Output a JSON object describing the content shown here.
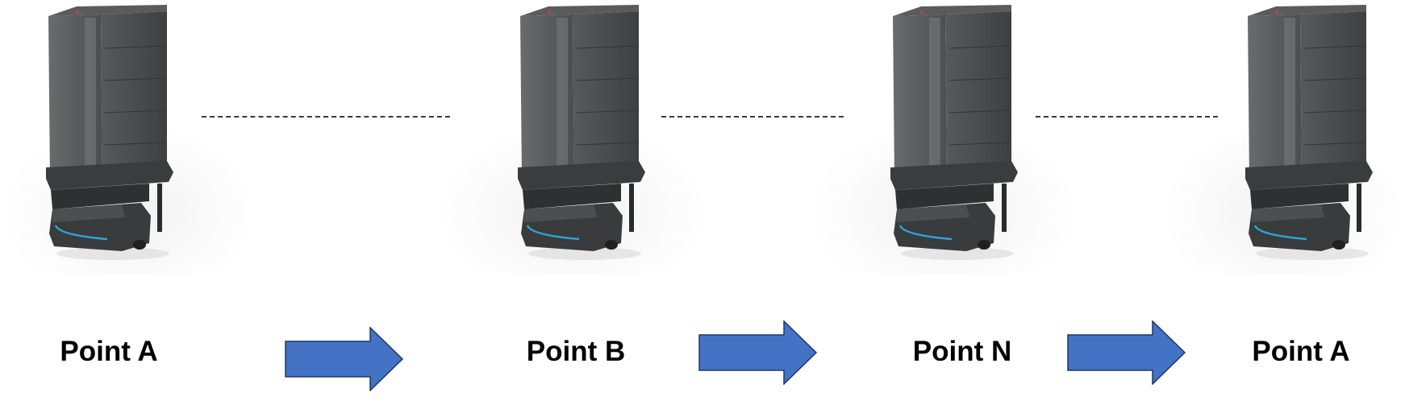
{
  "diagram": {
    "robot_icon": "delivery-robot-icon",
    "arrow_icon": "right-arrow-icon",
    "points": [
      {
        "label": "Point A"
      },
      {
        "label": "Point B"
      },
      {
        "label": "Point N"
      },
      {
        "label": "Point A"
      }
    ]
  },
  "colors": {
    "arrow_fill": "#4472C4",
    "arrow_stroke": "#1f3864",
    "robot_body": "#4a4b4d",
    "robot_base": "#3a3b3d",
    "led_strip": "#29a8d8",
    "dash": "#3a3a3a",
    "label": "#000000"
  }
}
